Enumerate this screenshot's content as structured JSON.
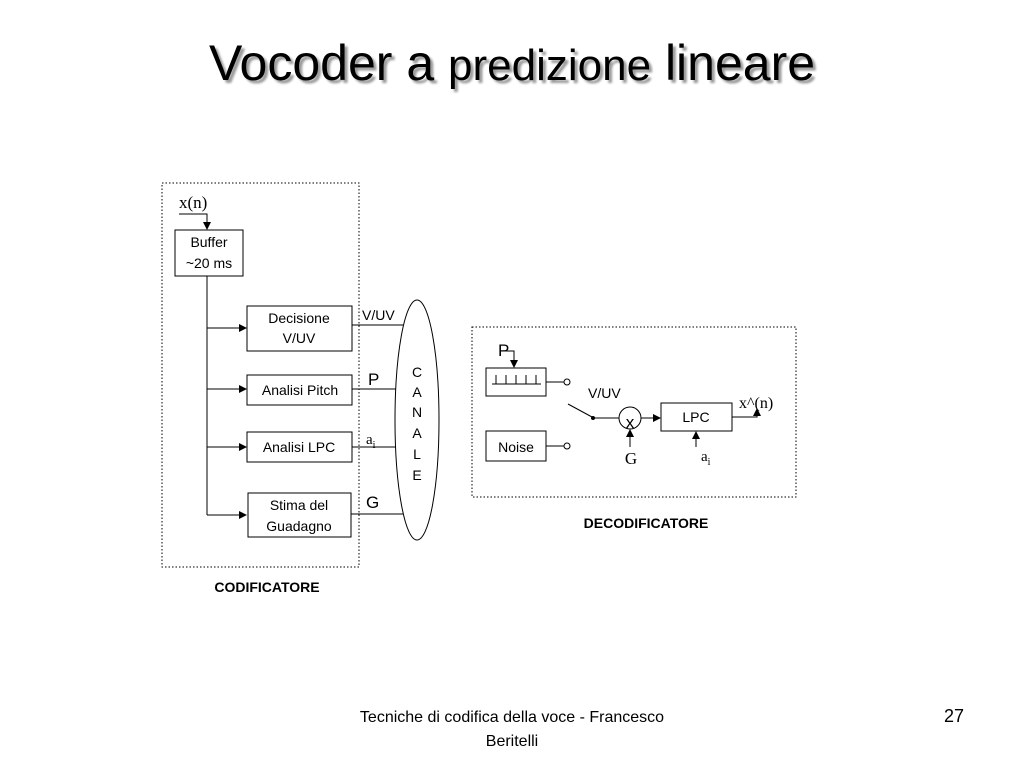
{
  "slide": {
    "title_part1": "Vocoder a ",
    "title_part2": "predizione",
    "title_part3": " lineare",
    "footer": "Tecniche di codifica della voce - Francesco Beritelli",
    "page_number": "27"
  },
  "encoder": {
    "input_label": "x(n)",
    "buffer_line1": "Buffer",
    "buffer_line2": "~20 ms",
    "decision_line1": "Decisione",
    "decision_line2": "V/UV",
    "pitch_label": "Analisi Pitch",
    "lpc_label": "Analisi LPC",
    "gain_line1": "Stima del",
    "gain_line2": "Guadagno",
    "out_vuv": "V/UV",
    "out_p": "P",
    "out_a": "a",
    "out_a_sub": "i",
    "out_g": "G",
    "caption": "CODIFICATORE"
  },
  "channel": {
    "letters": [
      "C",
      "A",
      "N",
      "A",
      "L",
      "E"
    ]
  },
  "decoder": {
    "p_label": "P",
    "noise_label": "Noise",
    "vuv_label": "V/UV",
    "multiplier_symbol": "x",
    "g_label": "G",
    "lpc_label": "LPC",
    "a_label": "a",
    "a_sub": "i",
    "output_label": "x^(n)",
    "caption": "DECODIFICATORE"
  }
}
